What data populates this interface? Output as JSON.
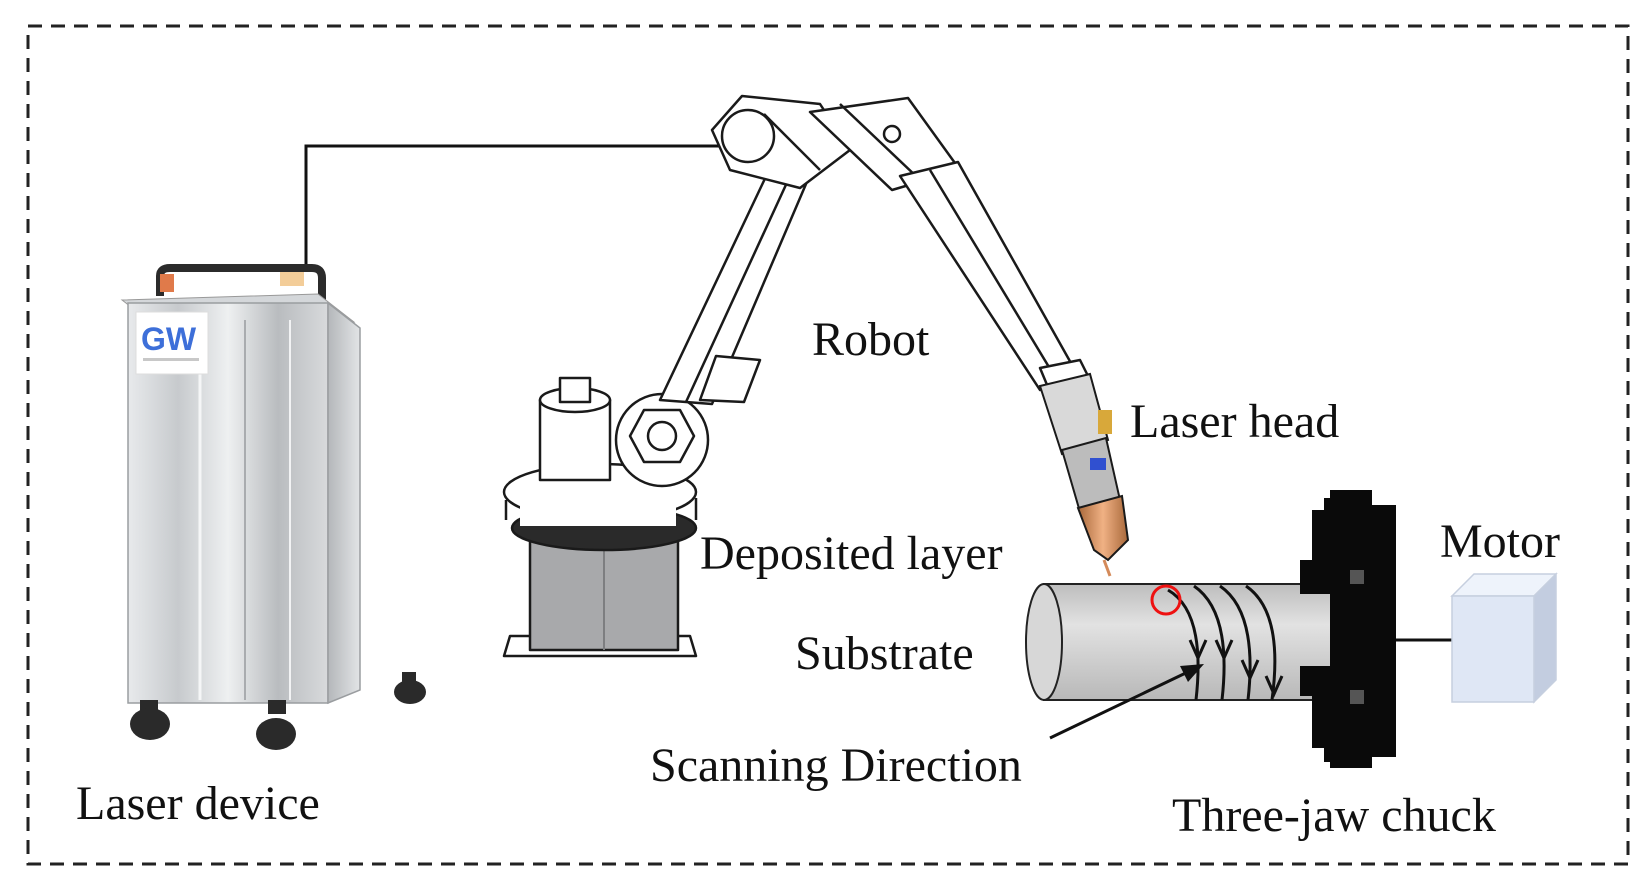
{
  "diagram": {
    "labels": {
      "robot": "Robot",
      "laser_head": "Laser head",
      "laser_device": "Laser device",
      "deposited_layer": "Deposited layer",
      "substrate": "Substrate",
      "scanning_direction": "Scanning Direction",
      "three_jaw_chuck": "Three-jaw chuck",
      "motor": "Motor"
    },
    "logo": {
      "text": "GW"
    },
    "colors": {
      "border": "#222222",
      "cabinet": "#c4c7ca",
      "robot_line": "#1a1a1a",
      "robot_base": "#a8a9ab",
      "substrate": "#cfcfcf",
      "chuck": "#0a0a0a",
      "motor": "#dfe7f5",
      "melt_pool": "#ee1111",
      "nozzle": "#c98a5a"
    }
  }
}
